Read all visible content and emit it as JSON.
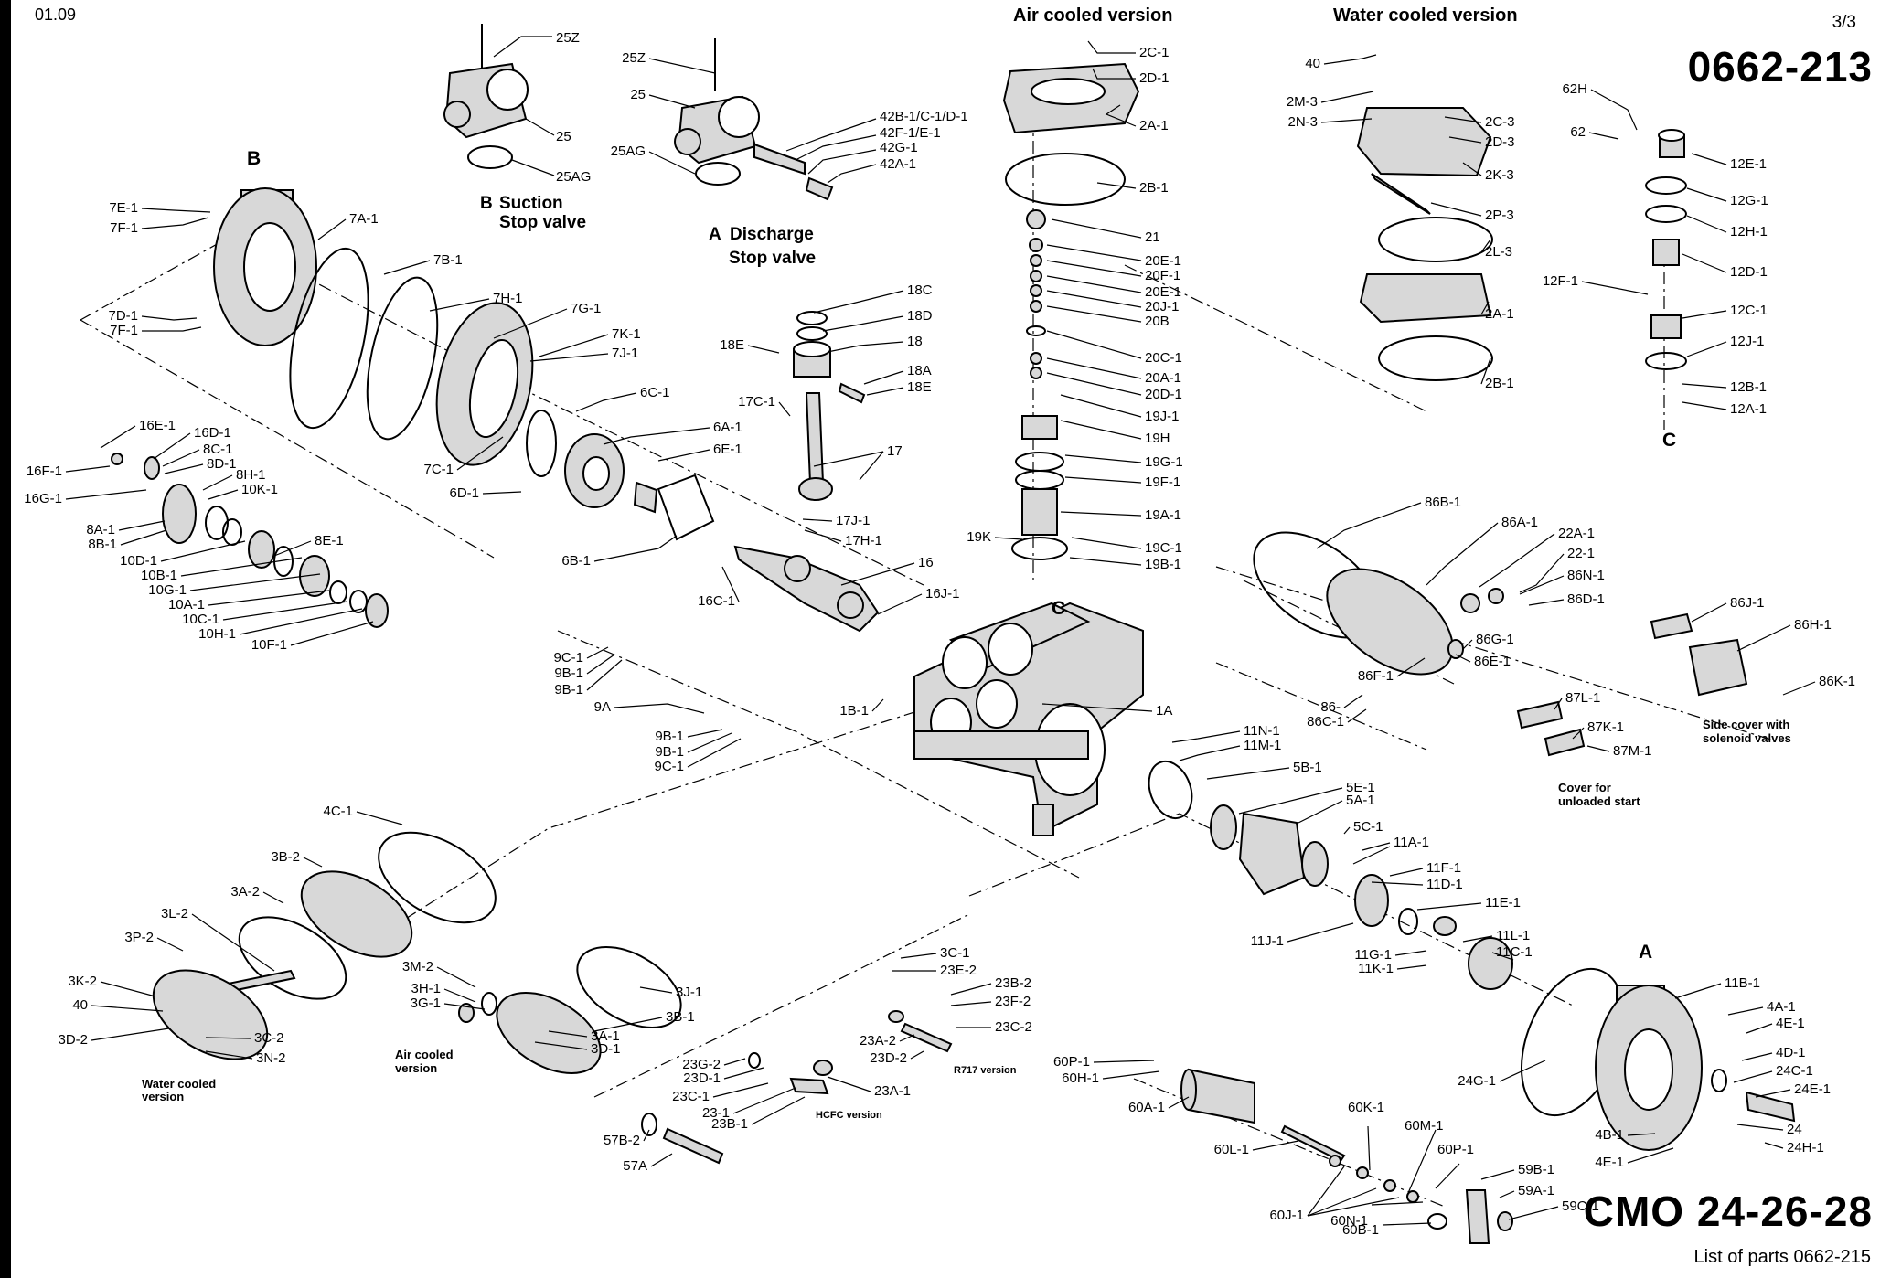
{
  "header": {
    "date": "01.09",
    "page_number": "3/3",
    "drawing_number": "0662-213",
    "air_cooled_heading": "Air cooled version",
    "water_cooled_heading": "Water cooled version"
  },
  "footer": {
    "model": "CMO 24-26-28",
    "parts_list_ref": "List of parts 0662-215"
  },
  "captions": {
    "suction_letter": "B",
    "suction_line1": "Suction",
    "suction_line2": "Stop valve",
    "discharge_letter": "A",
    "discharge_line1": "Discharge",
    "discharge_line2": "Stop valve",
    "water_cooled_line1": "Water cooled",
    "water_cooled_line2": "version",
    "air_cooled_line1": "Air cooled",
    "air_cooled_line2": "version",
    "r717": "R717 version",
    "hcfc": "HCFC version",
    "side_cover_line1": "Side cover with",
    "side_cover_line2": "solenoid valves",
    "unloaded_line1": "Cover for",
    "unloaded_line2": "unloaded start"
  },
  "section_markers": {
    "b_top": "B",
    "c_center": "C",
    "c_right": "C",
    "a_right": "A"
  },
  "part_labels": [
    "25Z",
    "25",
    "25AG",
    "25Z",
    "25",
    "25AG",
    "42B-1/C-1/D-1",
    "42F-1/E-1",
    "42G-1",
    "42A-1",
    "2C-1",
    "2D-1",
    "2A-1",
    "2B-1",
    "21",
    "20E-1",
    "20F-1",
    "20E-1",
    "20J-1",
    "20B",
    "20C-1",
    "20A-1",
    "20D-1",
    "19J-1",
    "19H",
    "19G-1",
    "19F-1",
    "19A-1",
    "19C-1",
    "19B-1",
    "19K",
    "40",
    "2M-3",
    "2N-3",
    "2C-3",
    "2D-3",
    "2K-3",
    "2P-3",
    "2L-3",
    "2A-1",
    "2B-1",
    "62H",
    "62",
    "12E-1",
    "12G-1",
    "12H-1",
    "12D-1",
    "12F-1",
    "12C-1",
    "12J-1",
    "12B-1",
    "12A-1",
    "7E-1",
    "7F-1",
    "7A-1",
    "7B-1",
    "7H-1",
    "7G-1",
    "7K-1",
    "7J-1",
    "7D-1",
    "7F-1",
    "7C-1",
    "16E-1",
    "16D-1",
    "8C-1",
    "8D-1",
    "16F-1",
    "16G-1",
    "8H-1",
    "10K-1",
    "8A-1",
    "8B-1",
    "10D-1",
    "8E-1",
    "10B-1",
    "10G-1",
    "10A-1",
    "10C-1",
    "10H-1",
    "10F-1",
    "6C-1",
    "6A-1",
    "6E-1",
    "6D-1",
    "6B-1",
    "18C",
    "18D",
    "18E",
    "18",
    "18A",
    "18E",
    "17C-1",
    "17",
    "17J-1",
    "17H-1",
    "16",
    "16C-1",
    "16J-1",
    "86B-1",
    "86A-1",
    "22A-1",
    "22-1",
    "86N-1",
    "86D-1",
    "86J-1",
    "86H-1",
    "86K-1",
    "86G-1",
    "86E-1",
    "86F-1",
    "86-",
    "86C-1",
    "87L-1",
    "87K-1",
    "87M-1",
    "1A",
    "1B-1",
    "9C-1",
    "9B-1",
    "9B-1",
    "9A",
    "9B-1",
    "9B-1",
    "9C-1",
    "11N-1",
    "11M-1",
    "5B-1",
    "5E-1",
    "5A-1",
    "5C-1",
    "11A-1",
    "11F-1",
    "11D-1",
    "11E-1",
    "11J-1",
    "11G-1",
    "11K-1",
    "11L-1",
    "11C-1",
    "11B-1",
    "4A-1",
    "4E-1",
    "4D-1",
    "24C-1",
    "24E-1",
    "24",
    "24H-1",
    "24G-1",
    "4B-1",
    "4E-1",
    "4C-1",
    "3B-2",
    "3A-2",
    "3L-2",
    "3P-2",
    "3K-2",
    "40",
    "3D-2",
    "3C-2",
    "3N-2",
    "3M-2",
    "3H-1",
    "3G-1",
    "3J-1",
    "3B-1",
    "3A-1",
    "3D-1",
    "3C-1",
    "23E-2",
    "23B-2",
    "23F-2",
    "23C-2",
    "23A-2",
    "23D-2",
    "23G-2",
    "23D-1",
    "23C-1",
    "23-1",
    "23A-1",
    "23B-1",
    "57B-2",
    "57A",
    "60P-1",
    "60H-1",
    "60A-1",
    "60L-1",
    "60K-1",
    "60M-1",
    "60P-1",
    "59B-1",
    "59A-1",
    "59C-1",
    "60J-1",
    "60N-1",
    "60B-1"
  ]
}
